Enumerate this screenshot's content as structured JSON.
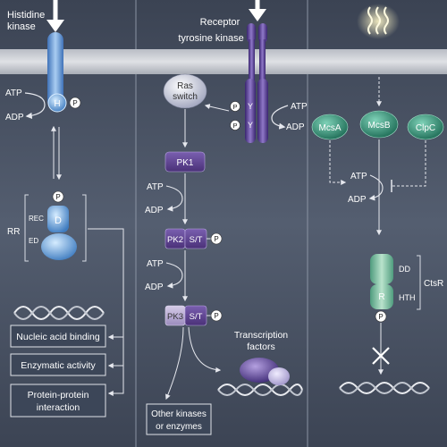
{
  "panel_left": {
    "title_line1": "Histidine",
    "title_line2": "kinase",
    "atp": "ATP",
    "adp": "ADP",
    "his_label": "H",
    "p": "P",
    "rr_label": "RR",
    "rec_label": "REC",
    "ed_label": "ED",
    "d_label": "D",
    "outputs": [
      {
        "line1": "Nucleic acid binding",
        "line2": ""
      },
      {
        "line1": "Enzymatic activity",
        "line2": ""
      },
      {
        "line1": "Protein-protein",
        "line2": "interaction"
      }
    ]
  },
  "panel_middle": {
    "title_line1": "Receptor",
    "title_line2": "tyrosine kinase",
    "ras_line1": "Ras",
    "ras_line2": "switch",
    "y_label": "Y",
    "p": "P",
    "atp": "ATP",
    "adp": "ADP",
    "pk1": "PK1",
    "pk2": "PK2",
    "pk3": "PK3",
    "st": "S/T",
    "tf_line1": "Transcription",
    "tf_line2": "factors",
    "ok_line1": "Other kinases",
    "ok_line2": "or enzymes"
  },
  "panel_right": {
    "mcsa": "McsA",
    "mcsb": "McsB",
    "clpc": "ClpC",
    "atp": "ATP",
    "adp": "ADP",
    "dd": "DD",
    "hth": "HTH",
    "r": "R",
    "p": "P",
    "ctsr": "CtsR"
  },
  "colors": {
    "background": "#4a5466",
    "membrane": "#c9ccd2",
    "histidine_kinase": "#6f9fd8",
    "receptor": "#5a3f95",
    "kinase_box": "#5b3f8e",
    "mcs_green": "#2f8a72",
    "ctsr_green": "#7fbfa0",
    "text": "#ffffff"
  }
}
